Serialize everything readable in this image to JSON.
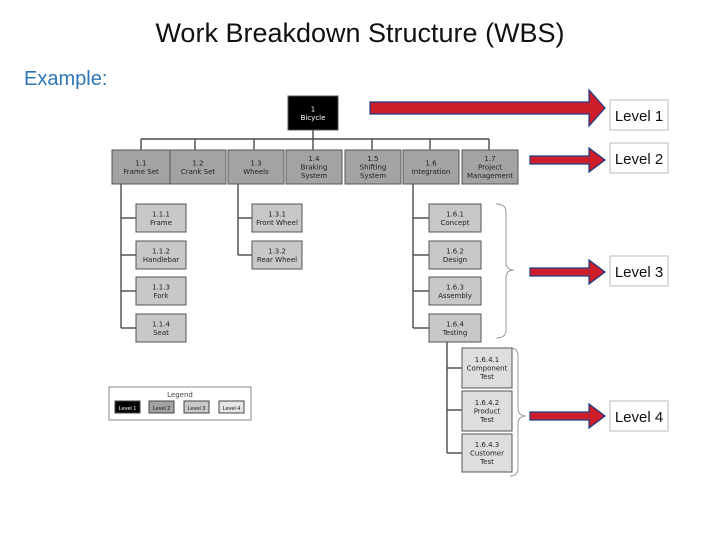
{
  "title": "Work Breakdown Structure (WBS)",
  "subtitle": "Example:",
  "colors": {
    "level1": "#000000",
    "level2": "#a3a3a3",
    "level3": "#c8c8c8",
    "level4": "#dedede",
    "arrow": "#cc1f2b",
    "arrow_edge": "#1f3a8a"
  },
  "nodes": {
    "root": [
      "1",
      "Bicycle"
    ],
    "n11": [
      "1.1",
      "Frame Set"
    ],
    "n12": [
      "1.2",
      "Crank Set"
    ],
    "n13": [
      "1.3",
      "Wheels"
    ],
    "n14": [
      "1.4",
      "Braking",
      "System"
    ],
    "n15": [
      "1.5",
      "Shifting",
      "System"
    ],
    "n16": [
      "1.6",
      "Integration"
    ],
    "n17": [
      "1.7",
      "Project",
      "Management"
    ],
    "n111": [
      "1.1.1",
      "Frame"
    ],
    "n112": [
      "1.1.2",
      "Handlebar"
    ],
    "n113": [
      "1.1.3",
      "Fork"
    ],
    "n114": [
      "1.1.4",
      "Seat"
    ],
    "n131": [
      "1.3.1",
      "Front Wheel"
    ],
    "n132": [
      "1.3.2",
      "Rear Wheel"
    ],
    "n161": [
      "1.6.1",
      "Concept"
    ],
    "n162": [
      "1.6.2",
      "Design"
    ],
    "n163": [
      "1.6.3",
      "Assembly"
    ],
    "n164": [
      "1.6.4",
      "Testing"
    ],
    "n1641": [
      "1.6.4.1",
      "Component",
      "Test"
    ],
    "n1642": [
      "1.6.4.2",
      "Product",
      "Test"
    ],
    "n1643": [
      "1.6.4.3",
      "Customer",
      "Test"
    ]
  },
  "legend": {
    "title": "Legend",
    "items": [
      "Level 1",
      "Level 2",
      "Level 3",
      "Level 4"
    ]
  },
  "levels": [
    "Level 1",
    "Level 2",
    "Level 3",
    "Level 4"
  ]
}
